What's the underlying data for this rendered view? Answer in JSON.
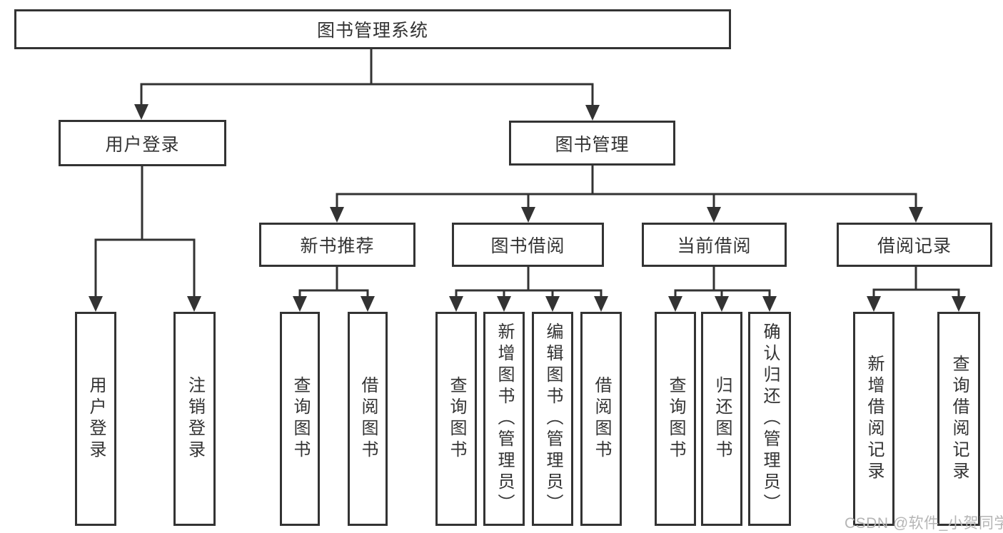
{
  "tree": {
    "label": "图书管理系统",
    "children": [
      {
        "label": "用户登录",
        "children": [
          {
            "label": "用户登录"
          },
          {
            "label": "注销登录"
          }
        ]
      },
      {
        "label": "图书管理",
        "children": [
          {
            "label": "新书推荐",
            "children": [
              {
                "label": "查询图书"
              },
              {
                "label": "借阅图书"
              }
            ]
          },
          {
            "label": "图书借阅",
            "children": [
              {
                "label": "查询图书"
              },
              {
                "label": "新增图书（管理员）"
              },
              {
                "label": "编辑图书（管理员）"
              },
              {
                "label": "借阅图书"
              }
            ]
          },
          {
            "label": "当前借阅",
            "children": [
              {
                "label": "查询图书"
              },
              {
                "label": "归还图书"
              },
              {
                "label": "确认归还（管理员）"
              }
            ]
          },
          {
            "label": "借阅记录",
            "children": [
              {
                "label": "新增借阅记录"
              },
              {
                "label": "查询借阅记录"
              }
            ]
          }
        ]
      }
    ]
  },
  "watermark": {
    "text": "CSDN @软件_小贺同学"
  },
  "colors": {
    "line": "#333333",
    "border": "#333333",
    "text": "#333333",
    "watermark": "#b5b5b5",
    "background": "#ffffff"
  }
}
